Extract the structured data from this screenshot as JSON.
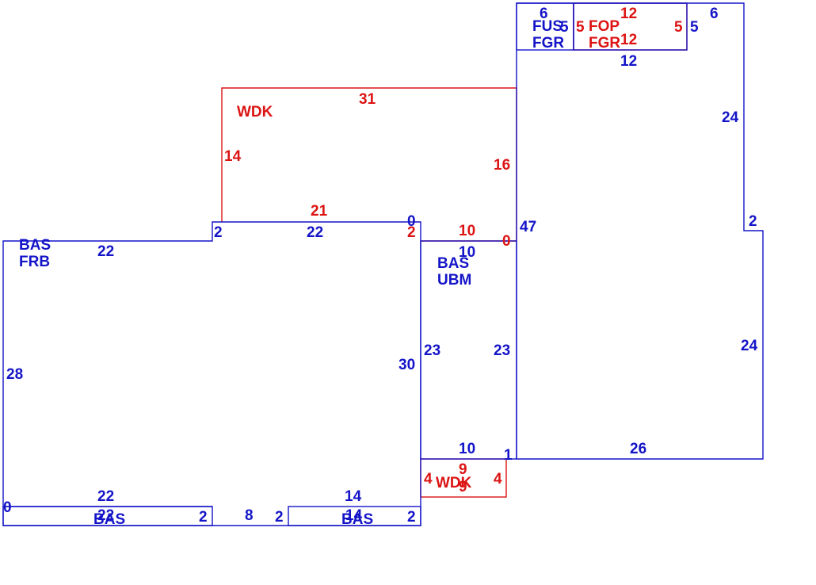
{
  "colors": {
    "living": "#1414c8",
    "deck": "#dc1414",
    "background": "#ffffff"
  },
  "labels": {
    "area_bas_1": "BAS",
    "area_frb": "FRB",
    "area_bas_2": "BAS",
    "area_ubm": "UBM",
    "area_fus": "FUS",
    "area_fgr_1": "FGR",
    "area_fop": "FOP",
    "area_fgr_2": "FGR",
    "area_wdk_1": "WDK",
    "area_wdk_2": "WDK",
    "area_bas_3": "BAS",
    "area_bas_4": "BAS"
  },
  "dimensions": {
    "d22_frb_top": "22",
    "d28_left": "28",
    "d2_step": "2",
    "d22_top_mid": "22",
    "d0_top_right": "0",
    "d2_red_right": "2",
    "d30": "30",
    "d22_bottom": "22",
    "d0_bottom_left": "0",
    "d22_overlap": "22",
    "d2_bottom_a": "2",
    "d8": "8",
    "d2_bottom_b": "2",
    "d14_bottom": "14",
    "d14_overlap": "14",
    "d2_bottom_c": "2",
    "d31": "31",
    "d14_wdk": "14",
    "d16": "16",
    "d21": "21",
    "d10_red": "10",
    "d0_red": "0",
    "d10_ubm_top": "10",
    "d23_left": "23",
    "d23_right": "23",
    "d10_ubm_bottom": "10",
    "d1": "1",
    "d9_top": "9",
    "d9_bottom": "9",
    "d4_left": "4",
    "d4_right": "4",
    "d47": "47",
    "d26": "26",
    "d24_lower": "24",
    "d2_right_step": "2",
    "d24_upper": "24",
    "d6_left": "6",
    "d5_fus": "5",
    "d12_fop_top": "12",
    "d12_fop_bottom": "12",
    "d5_fop_left": "5",
    "d5_fop_right": "5",
    "d5_right": "5",
    "d6_right": "6",
    "d12_below": "12"
  }
}
